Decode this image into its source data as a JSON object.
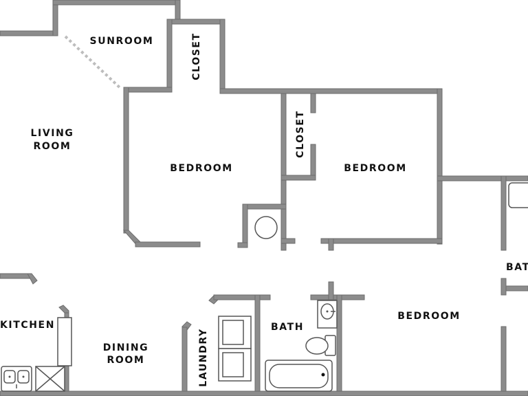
{
  "colors": {
    "wall": "#8c8c8c",
    "wall_outline": "#6d6d6d",
    "fixture_outline": "#555555",
    "text": "#111111",
    "background": "#ffffff",
    "opening": "#bdbdbd"
  },
  "rooms": {
    "sunroom": "SUNROOM",
    "closet_top": "CLOSET",
    "living_line1": "LIVING",
    "living_line2": "ROOM",
    "bedroom_left": "BEDROOM",
    "closet_mid": "CLOSET",
    "bedroom_center": "BEDROOM",
    "bath_right": "BAT",
    "kitchen": "KITCHEN",
    "dining_line1": "DINING",
    "dining_line2": "ROOM",
    "laundry": "LAUNDRY",
    "bath_bottom": "BATH",
    "bedroom_bottom": "BEDROOM"
  },
  "fixtures": {
    "water_heater": "water-heater-icon",
    "washer_dryer": "washer-dryer-icon",
    "sink": "bathroom-sink-icon",
    "toilet": "toilet-icon",
    "bathtub": "bathtub-icon",
    "kitchen_sink": "kitchen-sink-icon",
    "range": "range-icon",
    "tub_right": "bathtub-icon"
  }
}
